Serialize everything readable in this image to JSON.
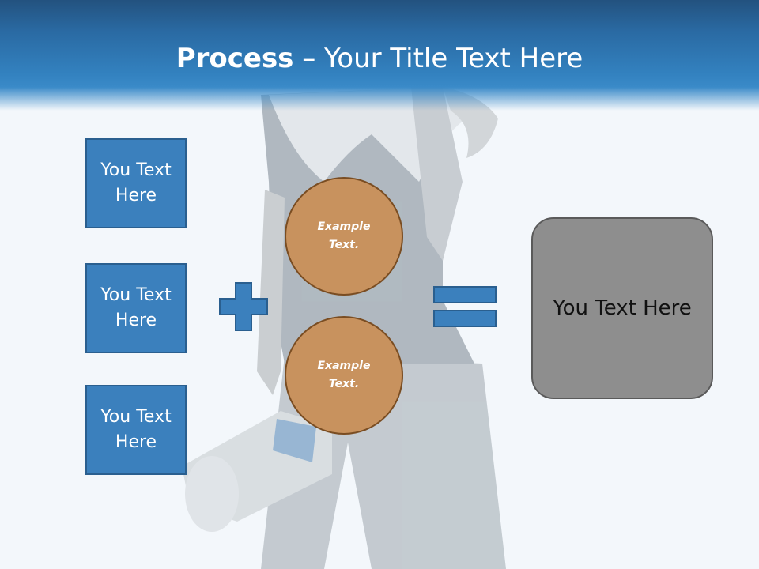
{
  "title": {
    "bold": "Process",
    "rest": " – Your Title Text Here"
  },
  "boxes": [
    {
      "label": "You Text Here"
    },
    {
      "label": "You Text Here"
    },
    {
      "label": "You Text Here"
    }
  ],
  "circles": [
    {
      "label": "Example Text."
    },
    {
      "label": "Example Text."
    }
  ],
  "result": {
    "label": "You Text Here"
  },
  "colors": {
    "header": "#2a6aa3",
    "box": "#3b80bd",
    "circle": "#c8925e",
    "result": "#8e8e8e"
  }
}
